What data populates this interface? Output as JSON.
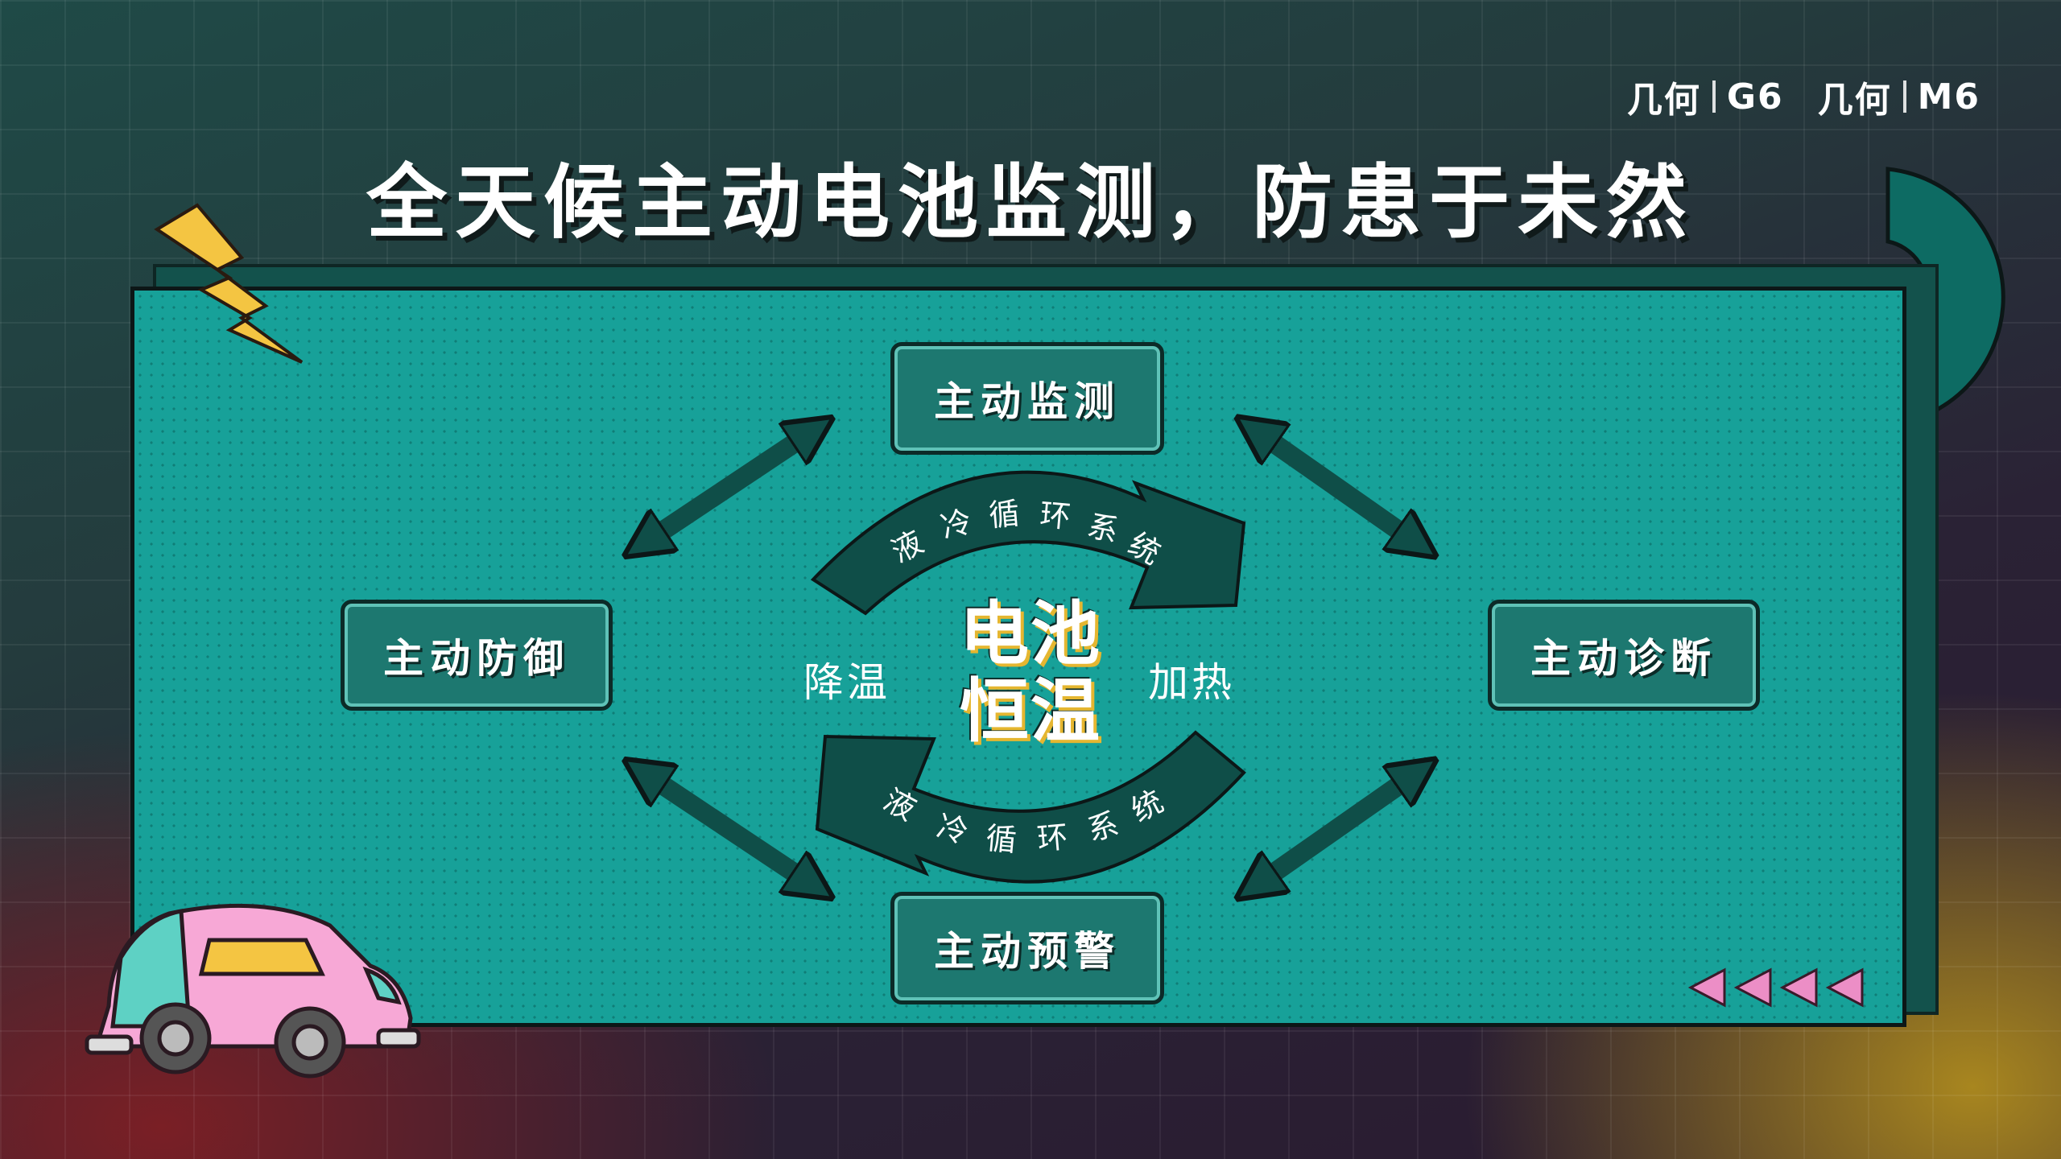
{
  "brand": {
    "left_name": "几何",
    "left_model": "G6",
    "right_name": "几何",
    "right_model": "M6"
  },
  "title": "全天候主动电池监测，防患于未然",
  "boxes": {
    "top": "主动监测",
    "left": "主动防御",
    "right": "主动诊断",
    "bottom": "主动预警"
  },
  "center": {
    "line1": "电池",
    "line2": "恒温"
  },
  "side_labels": {
    "left": "降温",
    "right": "加热"
  },
  "arc_text": {
    "top": [
      "液",
      "冷",
      "循",
      "环",
      "系",
      "统"
    ],
    "bottom": [
      "液",
      "冷",
      "循",
      "环",
      "系",
      "统"
    ]
  },
  "colors": {
    "panel": "#17a199",
    "arrow": "#0f4e48",
    "box": "#1d7870",
    "accent_yellow": "#f4c542",
    "triangle_pink": "#ec8ec6",
    "car_pink": "#f7a8d6"
  },
  "icons": [
    "lightning-icon",
    "ring-icon",
    "car-illustration",
    "triangle-arrows-icon"
  ]
}
